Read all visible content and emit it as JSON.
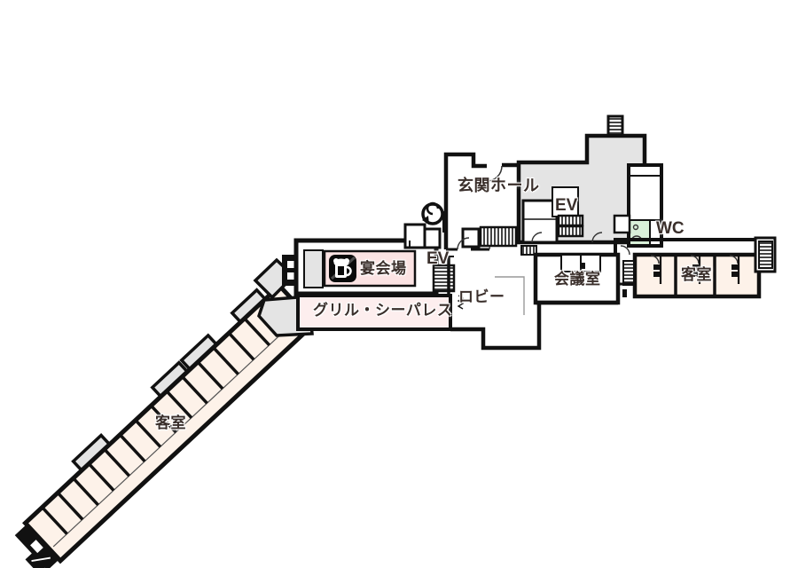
{
  "plan": {
    "type": "hotel-floor-plan",
    "colors": {
      "wall": "#111111",
      "service_gray": "#e4e4e4",
      "guest_room_fill": "#fdf2e9",
      "banquet_label_bg": "#fbe3e3",
      "grill_fill": "#fdeeee",
      "wc_fill": "#d9f0d9",
      "label_text": "#3a2f2b"
    },
    "labels": {
      "entrance_hall": "玄関ホール",
      "elevator_upper": "EV",
      "elevator_lower": "EV",
      "wc": "WC",
      "banquet_hall": "宴会場",
      "lobby": "ロビー",
      "grill_restaurant": "グリル・シーパレス",
      "meeting_room": "会議室",
      "guest_rooms_east": "客室",
      "guest_rooms_wing": "客室"
    },
    "icons": {
      "banquet": "beer-mug-icon",
      "spiral_stair": "spiral-staircase-icon",
      "stairs": "stairs-hatch-icon"
    }
  }
}
